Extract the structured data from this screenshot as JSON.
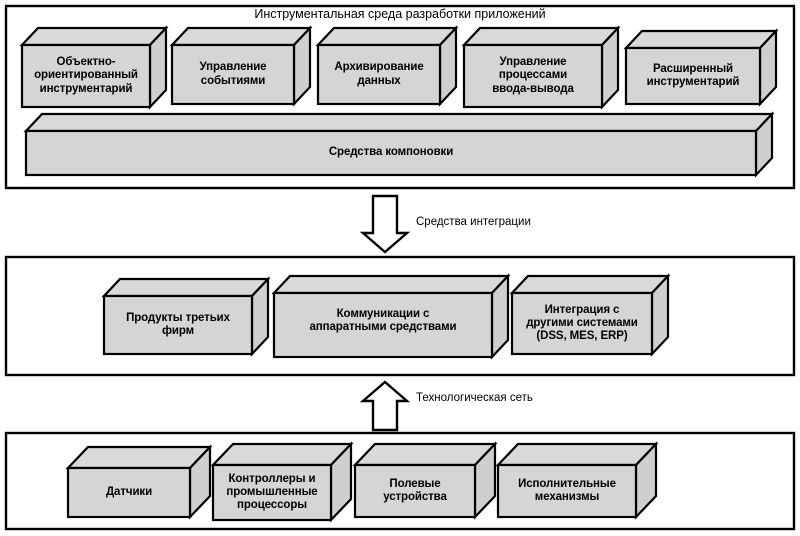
{
  "diagram": {
    "title": "Инструментальная среда разработки приложений",
    "layers": [
      {
        "id": "application-development-environment",
        "title": "Инструментальная среда разработки приложений",
        "boxes": [
          {
            "text": "Объектно-\nориентированный\nинструментарий"
          },
          {
            "text": "Управление\nсобытиями"
          },
          {
            "text": "Архивирование\nданных"
          },
          {
            "text": "Управление\nпроцессами\nввода-вывода"
          },
          {
            "text": "Расширенный\nинструментарий"
          }
        ],
        "wide_bar": {
          "text": "Средства компоновки"
        }
      },
      {
        "id": "integration-layer",
        "title": "",
        "boxes": [
          {
            "text": "Продукты третьих\nфирм"
          },
          {
            "text": "Коммуникации с\nаппаратными средствами"
          },
          {
            "text": "Интеграция с\nдругими системами\n(DSS, MES, ERP)"
          }
        ]
      },
      {
        "id": "field-layer",
        "title": "",
        "boxes": [
          {
            "text": "Датчики"
          },
          {
            "text": "Контроллеры и\nпромышленные\nпроцессоры"
          },
          {
            "text": "Полевые\nустройства"
          },
          {
            "text": "Исполнительные\nмеханизмы"
          }
        ]
      }
    ],
    "connectors": [
      {
        "id": "integration-tools",
        "label": "Средства интеграции",
        "direction": "down"
      },
      {
        "id": "technological-network",
        "label": "Технологическая сеть",
        "direction": "up"
      }
    ],
    "colors": {
      "box_front": "#d5d5d5",
      "box_top": "#d9d9d9",
      "box_side": "#cfcfcf",
      "outline": "#000000",
      "background": "#ffffff"
    }
  }
}
